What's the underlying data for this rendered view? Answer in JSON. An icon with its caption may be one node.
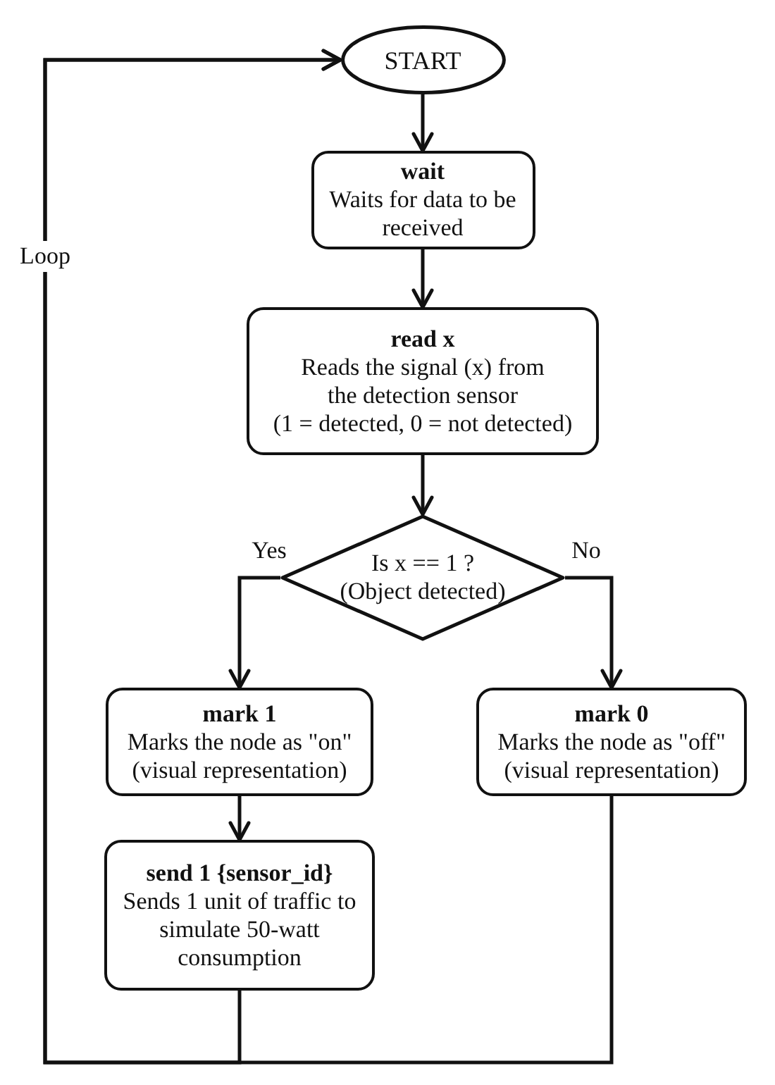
{
  "diagram": {
    "nodes": [
      {
        "text": [
          "START"
        ]
      },
      {
        "text": [
          "wait",
          "Waits for data to be received"
        ]
      },
      {
        "text": [
          "read x",
          "Reads the signal (x) from the detection sensor",
          "(1 = detected, 0 = not detected)"
        ]
      },
      {
        "text": [
          "Is x == 1 ? (Object detected)"
        ]
      },
      {
        "text": [
          "mark 1",
          "Marks the node as \"on\" (visual representation)"
        ]
      },
      {
        "text": [
          "mark 0",
          "Marks the node as \"off\" (visual representation)"
        ]
      },
      {
        "text": [
          "send 1 {sensor_id}",
          "Sends 1 unit of traffic to simulate 50-watt consumption"
        ]
      }
    ],
    "edges": [
      {
        "from": 0,
        "to": 1,
        "arrow": "to"
      },
      {
        "from": 1,
        "to": 2,
        "arrow": "to"
      },
      {
        "from": 2,
        "to": 3,
        "arrow": "to"
      },
      {
        "from": 3,
        "to": 4,
        "arrow": "to",
        "label": "Yes"
      },
      {
        "from": 3,
        "to": 5,
        "arrow": "to",
        "label": "No"
      },
      {
        "from": 4,
        "to": 6,
        "arrow": "to"
      },
      {
        "from": 6,
        "to": 0,
        "arrow": "to",
        "label": "Loop"
      },
      {
        "from": 5,
        "to": 0,
        "arrow": "to"
      }
    ]
  }
}
